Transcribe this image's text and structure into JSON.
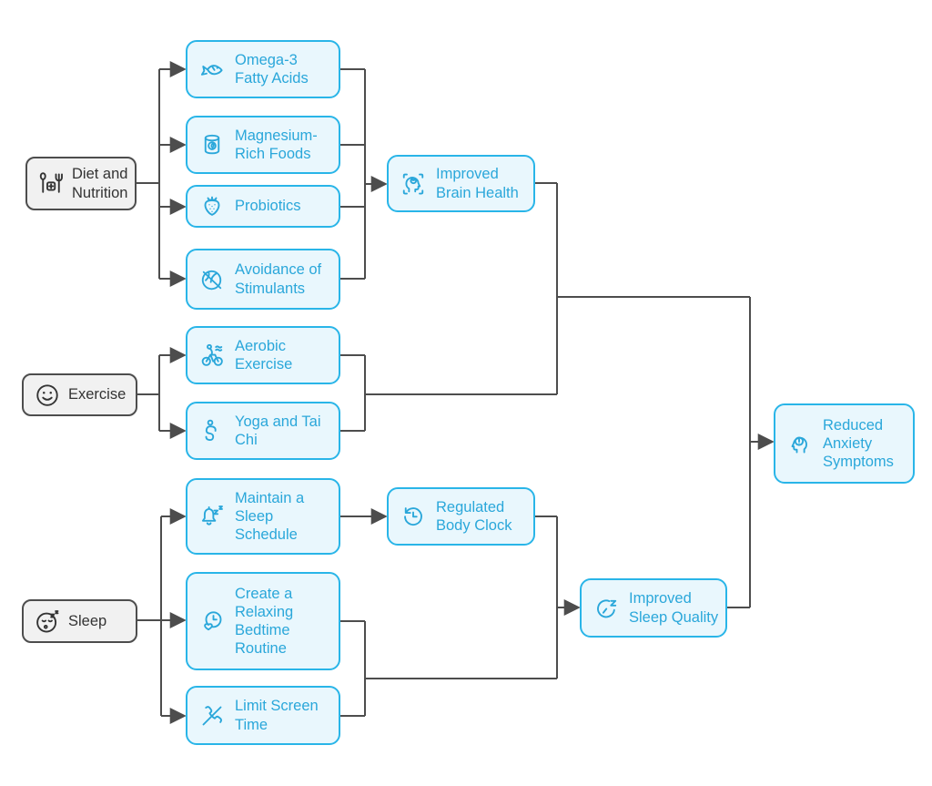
{
  "colors": {
    "accent_border": "#29b5e8",
    "accent_fill": "#e9f7fd",
    "accent_text": "#2aa7da",
    "category_border": "#4d4d4d",
    "category_fill": "#f1f1f1",
    "category_text": "#333333",
    "edge": "#4d4d4d"
  },
  "nodes": {
    "diet": {
      "label": "Diet and Nutrition",
      "icon": "nutrition-icon"
    },
    "omega3": {
      "label": "Omega-3 Fatty Acids",
      "icon": "fish-icon"
    },
    "magnesium": {
      "label": "Magnesium-Rich Foods",
      "icon": "canned-food-icon"
    },
    "probiotics": {
      "label": "Probiotics",
      "icon": "strawberry-icon"
    },
    "avoidance": {
      "label": "Avoidance of Stimulants",
      "icon": "no-stimulants-icon"
    },
    "brainhealth": {
      "label": "Improved Brain Health",
      "icon": "brain-head-icon"
    },
    "exercise": {
      "label": "Exercise",
      "icon": "smiley-icon"
    },
    "aerobic": {
      "label": "Aerobic Exercise",
      "icon": "cyclist-icon"
    },
    "yoga": {
      "label": "Yoga and Tai Chi",
      "icon": "yoga-pose-icon"
    },
    "sleep": {
      "label": "Sleep",
      "icon": "sleepy-face-icon"
    },
    "maintain": {
      "label": "Maintain a Sleep Schedule",
      "icon": "alarm-bell-snooze-icon"
    },
    "bedtime": {
      "label": "Create a Relaxing Bedtime Routine",
      "icon": "bedtime-clock-heart-icon"
    },
    "limitscreen": {
      "label": "Limit Screen Time",
      "icon": "no-phone-icon"
    },
    "bodyclock": {
      "label": "Regulated Body Clock",
      "icon": "history-clock-icon"
    },
    "sleepquality": {
      "label": "Improved Sleep Quality",
      "icon": "sleep-clock-z-icon"
    },
    "anxiety": {
      "label": "Reduced Anxiety Symptoms",
      "icon": "anxious-head-icon"
    }
  },
  "edges": [
    {
      "from": "diet",
      "to": "omega3"
    },
    {
      "from": "diet",
      "to": "magnesium"
    },
    {
      "from": "diet",
      "to": "probiotics"
    },
    {
      "from": "diet",
      "to": "avoidance"
    },
    {
      "from": "omega3",
      "to": "brainhealth"
    },
    {
      "from": "magnesium",
      "to": "brainhealth"
    },
    {
      "from": "probiotics",
      "to": "brainhealth"
    },
    {
      "from": "avoidance",
      "to": "brainhealth"
    },
    {
      "from": "exercise",
      "to": "aerobic"
    },
    {
      "from": "exercise",
      "to": "yoga"
    },
    {
      "from": "aerobic",
      "to": "anxiety"
    },
    {
      "from": "yoga",
      "to": "anxiety"
    },
    {
      "from": "brainhealth",
      "to": "anxiety"
    },
    {
      "from": "sleep",
      "to": "maintain"
    },
    {
      "from": "sleep",
      "to": "bedtime"
    },
    {
      "from": "sleep",
      "to": "limitscreen"
    },
    {
      "from": "maintain",
      "to": "bodyclock"
    },
    {
      "from": "bodyclock",
      "to": "sleepquality"
    },
    {
      "from": "bedtime",
      "to": "sleepquality"
    },
    {
      "from": "limitscreen",
      "to": "sleepquality"
    },
    {
      "from": "sleepquality",
      "to": "anxiety"
    }
  ]
}
